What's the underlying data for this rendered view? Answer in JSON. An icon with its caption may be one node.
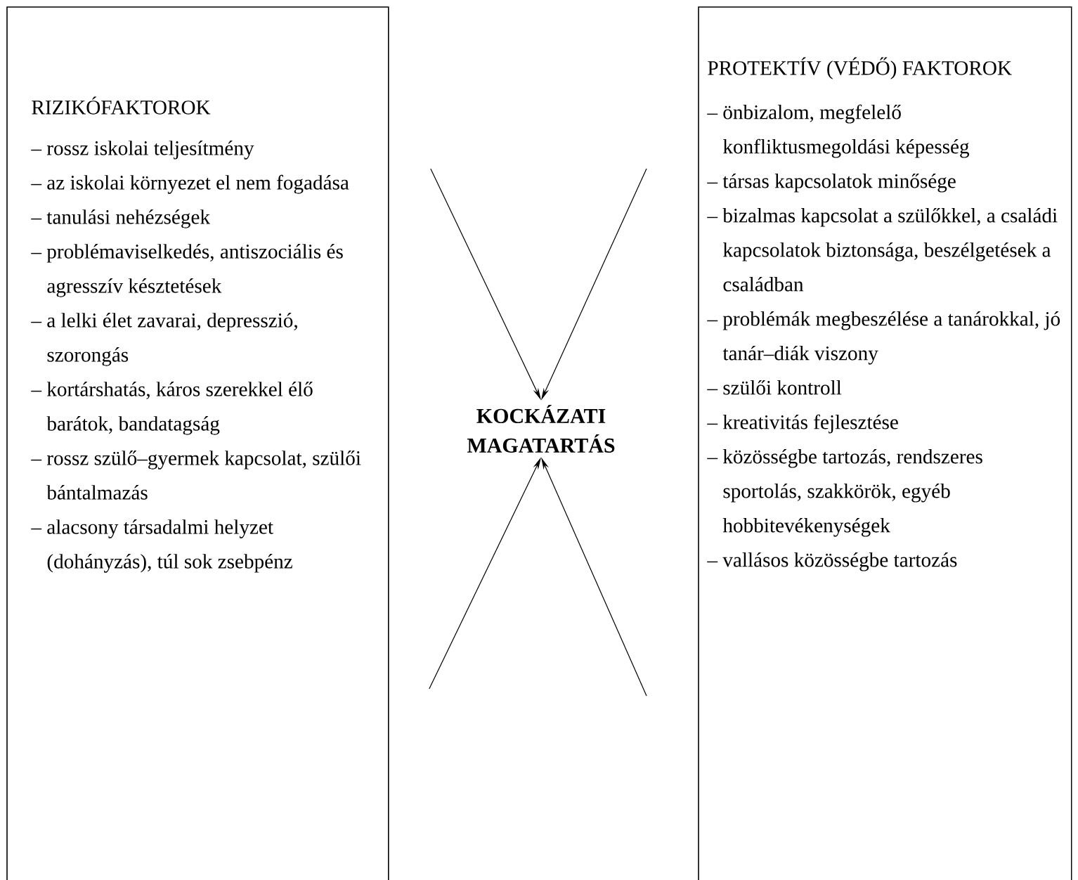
{
  "diagram": {
    "nodes": [
      {
        "text": [
          "RIZIKÓFAKTOROK",
          "– rossz iskolai teljesítmény",
          "– az iskolai környezet el nem fogadása",
          "– tanulási nehézségek",
          "– problémaviselkedés, antiszociális és agresszív késztetések",
          "– a lelki élet zavarai, depresszió, szorongás",
          "– kortárshatás, káros szerekkel élő barátok, bandatagság",
          "– rossz szülő–gyermek kapcsolat, szülői bántalmazás",
          "– alacsony társadalmi helyzet (dohányzás), túl sok zsebpénz"
        ]
      },
      {
        "text": [
          "PROTEKTÍV (VÉDŐ) FAKTOROK",
          "– önbizalom, megfelelő konfliktusmegoldási képesség",
          "– társas kapcsolatok minősége",
          "– bizalmas kapcsolat a szülőkkel, a családi kapcsolatok biztonsága, beszélgetések a családban",
          "– problémák megbeszélése a tanárokkal, jó tanár–diák viszony",
          "– szülői kontroll",
          "– kreativitás fejlesztése",
          "– közösségbe tartozás, rendszeres sportolás, szakkörök, egyéb hobbitevékenységek",
          "– vallásos közösségbe tartozás"
        ]
      },
      {
        "text": [
          "KOCKÁZATI MAGATARTÁS"
        ]
      }
    ],
    "edges": [
      {
        "from": 0,
        "to": 2,
        "arrow": "to"
      },
      {
        "from": 1,
        "to": 2,
        "arrow": "to"
      },
      {
        "from": 0,
        "to": 2,
        "arrow": "to"
      },
      {
        "from": 1,
        "to": 2,
        "arrow": "to"
      }
    ]
  }
}
